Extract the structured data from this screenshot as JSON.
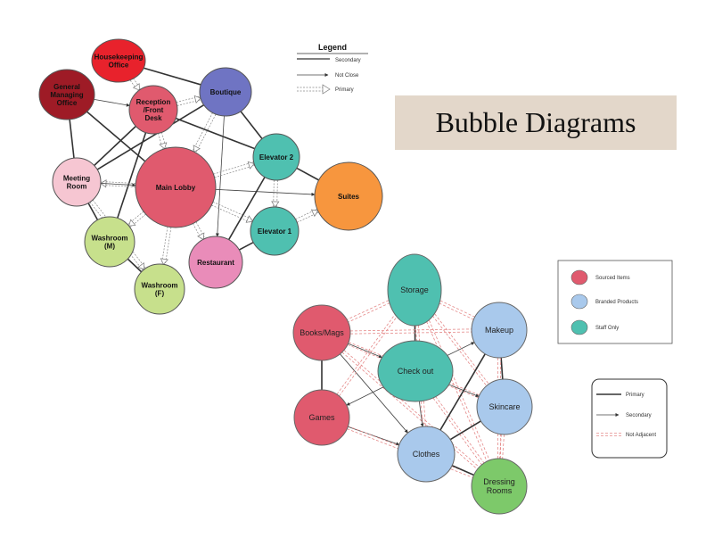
{
  "title": "Bubble Diagrams",
  "hotel": {
    "legend": {
      "title": "Legend",
      "items": [
        {
          "label": "Secondary",
          "style": "line"
        },
        {
          "label": "Not Close",
          "style": "arrow"
        },
        {
          "label": "Primary",
          "style": "hollow-arrow"
        }
      ]
    },
    "nodes": [
      {
        "id": "housekeeping",
        "lines": [
          "Housekeeping",
          "Office"
        ],
        "color": "#e8222c"
      },
      {
        "id": "gm",
        "lines": [
          "General",
          "Managing",
          "Office"
        ],
        "color": "#9e1b26"
      },
      {
        "id": "reception",
        "lines": [
          "Reception",
          "/Front",
          "Desk"
        ],
        "color": "#e05a6e"
      },
      {
        "id": "boutique",
        "lines": [
          "Boutique"
        ],
        "color": "#6f74c3"
      },
      {
        "id": "meeting",
        "lines": [
          "Meeting",
          "Room"
        ],
        "color": "#f6c6d2"
      },
      {
        "id": "lobby",
        "lines": [
          "Main Lobby"
        ],
        "color": "#e05a6e"
      },
      {
        "id": "elev2",
        "lines": [
          "Elevator 2"
        ],
        "color": "#4fc0b0"
      },
      {
        "id": "suites",
        "lines": [
          "Suites"
        ],
        "color": "#f7963e"
      },
      {
        "id": "elev1",
        "lines": [
          "Elevator 1"
        ],
        "color": "#4fc0b0"
      },
      {
        "id": "wash_m",
        "lines": [
          "Washroom",
          "(M)"
        ],
        "color": "#c7e08c"
      },
      {
        "id": "restaurant",
        "lines": [
          "Restaurant"
        ],
        "color": "#e98cb9"
      },
      {
        "id": "wash_f",
        "lines": [
          "Washroom",
          "(F)"
        ],
        "color": "#c7e08c"
      }
    ]
  },
  "store": {
    "color_legend": [
      {
        "label": "Sourced Items",
        "color": "#e05a6e"
      },
      {
        "label": "Branded Products",
        "color": "#a9c9ec"
      },
      {
        "label": "Staff Only",
        "color": "#4fc0b0"
      }
    ],
    "line_legend": [
      {
        "label": "Primary",
        "style": "line"
      },
      {
        "label": "Secondary",
        "style": "arrow"
      },
      {
        "label": "Not Adjacent",
        "style": "dashed"
      }
    ],
    "nodes": [
      {
        "id": "storage",
        "lines": [
          "Storage"
        ],
        "color": "#4fc0b0"
      },
      {
        "id": "books",
        "lines": [
          "Books/Mags"
        ],
        "color": "#e05a6e"
      },
      {
        "id": "makeup",
        "lines": [
          "Makeup"
        ],
        "color": "#a9c9ec"
      },
      {
        "id": "checkout",
        "lines": [
          "Check out"
        ],
        "color": "#4fc0b0"
      },
      {
        "id": "skincare",
        "lines": [
          "Skincare"
        ],
        "color": "#a9c9ec"
      },
      {
        "id": "games",
        "lines": [
          "Games"
        ],
        "color": "#e05a6e"
      },
      {
        "id": "clothes",
        "lines": [
          "Clothes"
        ],
        "color": "#a9c9ec"
      },
      {
        "id": "dressing",
        "lines": [
          "Dressing",
          "Rooms"
        ],
        "color": "#7dc96a"
      }
    ]
  }
}
